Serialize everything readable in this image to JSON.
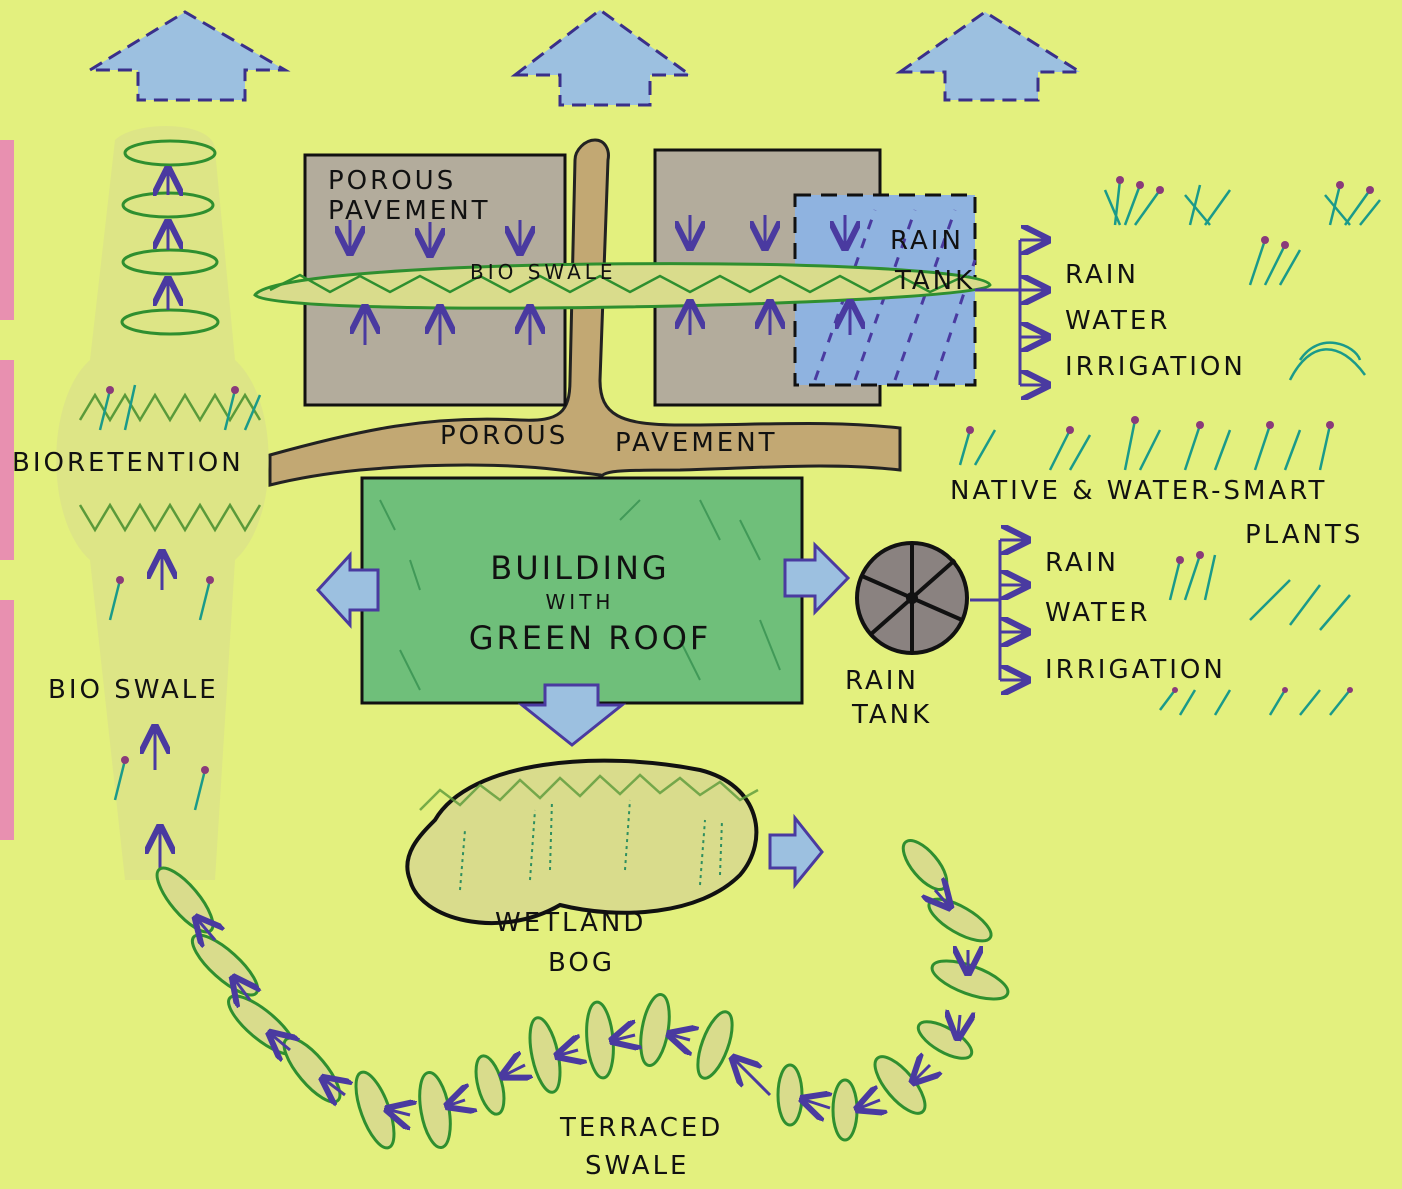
{
  "labels": {
    "porous_pavement_top_1": "POROUS",
    "porous_pavement_top_2": "PAVEMENT",
    "bio_swale_top": "BIO SWALE",
    "rain_tank_top_1": "RAIN",
    "rain_tank_top_2": "TANK",
    "rwi_top": [
      "RAIN",
      "WATER",
      "IRRIGATION"
    ],
    "porous_pavement_road_1": "POROUS",
    "porous_pavement_road_2": "PAVEMENT",
    "bioretention": "BIORETENTION",
    "native_plants_1": "NATIVE & WATER-SMART",
    "native_plants_2": "PLANTS",
    "building_1": "BUILDING",
    "building_2": "WITH",
    "building_3": "GREEN ROOF",
    "rain_tank_round_1": "RAIN",
    "rain_tank_round_2": "TANK",
    "rwi_bottom": [
      "RAIN",
      "WATER",
      "IRRIGATION"
    ],
    "bio_swale_left": "BIO SWALE",
    "wetland_1": "WETLAND",
    "wetland_2": "BOG",
    "terraced_1": "TERRACED",
    "terraced_2": "SWALE"
  },
  "colors": {
    "background": "#e3f07e",
    "paving": "#b3ac9c",
    "road": "#c2a873",
    "water": "#9cc0e0",
    "roof": "#6fbf7a",
    "arrow": "#4a3aa0",
    "swale_fill": "#d9dc8c",
    "swale_stroke": "#2f8f2f",
    "pink_edge": "#e890b0"
  },
  "icons": [
    "house-outflow-icon",
    "flow-arrow-icon",
    "plant-cluster-icon",
    "rain-tank-icon"
  ]
}
